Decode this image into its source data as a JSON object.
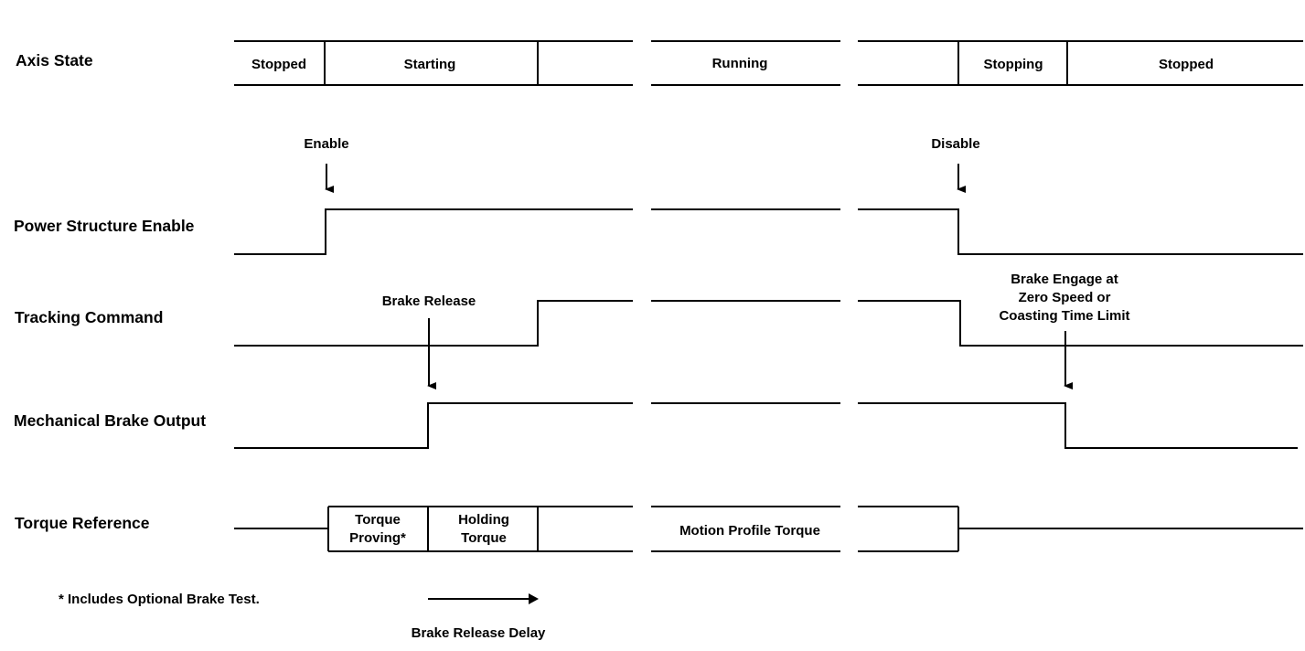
{
  "rows": {
    "axis_state": "Axis State",
    "power_structure_enable": "Power Structure Enable",
    "tracking_command": "Tracking Command",
    "mechanical_brake_output": "Mechanical Brake Output",
    "torque_reference": "Torque Reference"
  },
  "axis_states": {
    "stopped_start": "Stopped",
    "starting": "Starting",
    "running": "Running",
    "stopping": "Stopping",
    "stopped_end": "Stopped"
  },
  "events": {
    "enable": "Enable",
    "disable": "Disable",
    "brake_release": "Brake Release",
    "brake_engage_line1": "Brake Engage at",
    "brake_engage_line2": "Zero Speed or",
    "brake_engage_line3": "Coasting Time Limit"
  },
  "torque_states": {
    "proving_line1": "Torque",
    "proving_line2": "Proving*",
    "holding_line1": "Holding",
    "holding_line2": "Torque",
    "motion_profile": "Motion Profile Torque"
  },
  "footnote": "* Includes Optional Brake Test.",
  "brake_release_delay": "Brake Release Delay"
}
